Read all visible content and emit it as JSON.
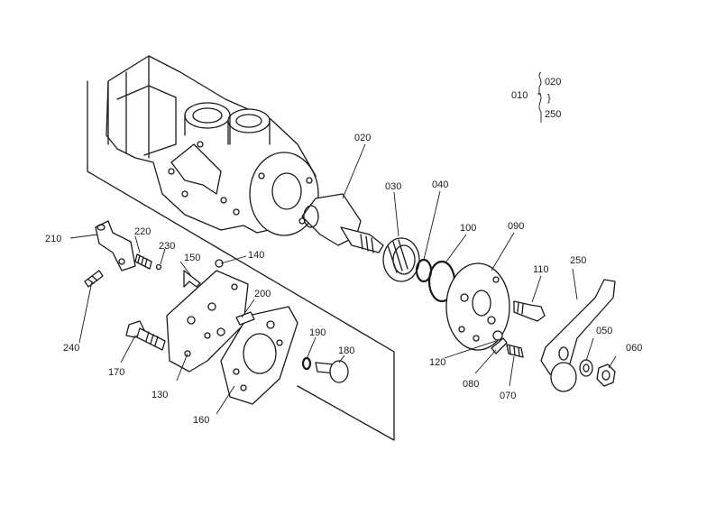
{
  "assembly_group": {
    "ref": "010",
    "from": "020",
    "to": "250",
    "separator": "}"
  },
  "callouts": [
    {
      "id": "020",
      "text": "020"
    },
    {
      "id": "030",
      "text": "030"
    },
    {
      "id": "040",
      "text": "040"
    },
    {
      "id": "050",
      "text": "050"
    },
    {
      "id": "060",
      "text": "060"
    },
    {
      "id": "070",
      "text": "070"
    },
    {
      "id": "080",
      "text": "080"
    },
    {
      "id": "090",
      "text": "090"
    },
    {
      "id": "100",
      "text": "100"
    },
    {
      "id": "110",
      "text": "110"
    },
    {
      "id": "120",
      "text": "120"
    },
    {
      "id": "130",
      "text": "130"
    },
    {
      "id": "140",
      "text": "140"
    },
    {
      "id": "150",
      "text": "150"
    },
    {
      "id": "160",
      "text": "160"
    },
    {
      "id": "170",
      "text": "170"
    },
    {
      "id": "180",
      "text": "180"
    },
    {
      "id": "190",
      "text": "190"
    },
    {
      "id": "200",
      "text": "200"
    },
    {
      "id": "210",
      "text": "210"
    },
    {
      "id": "220",
      "text": "220"
    },
    {
      "id": "230",
      "text": "230"
    },
    {
      "id": "240",
      "text": "240"
    },
    {
      "id": "250",
      "text": "250"
    }
  ]
}
